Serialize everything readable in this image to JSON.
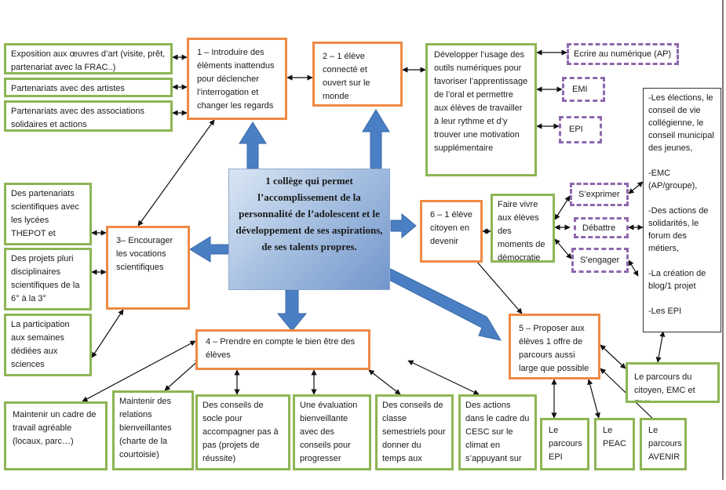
{
  "center": "1 collège qui permet l’accomplissement de la personnalité de l’adolescent et le développement de ses aspirations, de ses talents propres.",
  "axes": {
    "a1": "1 – Introduire des éléments inattendus pour déclencher l’interrogation et changer les regards",
    "a2": "2 – 1 élève connecté et ouvert sur le monde",
    "a3": "3– Encourager les vocations scientifiques",
    "a4": "4 – Prendre en compte le bien être des élèves",
    "a5": "5 – Proposer aux élèves 1 offre de parcours aussi large que possible",
    "a6": "6 – 1 élève citoyen en devenir"
  },
  "left_top": [
    "Exposition aux œuvres d’art (visite, prêt, partenariat avec la FRAC..)",
    "Partenariats avec des artistes",
    "Partenariats avec des associations solidaires et actions"
  ],
  "numerique": "Développer l’usage des outils numériques pour favoriser l’apprentissage de l’oral et permettre aux élèves de travailler à leur rythme et d’y trouver une motivation supplémentaire",
  "numerique_tags": [
    "Ecrire au numérique (AP)",
    "EMI",
    "EPI"
  ],
  "sciences": [
    "Des partenariats scientifiques avec les lycées THEPOT et CHAPTAL",
    "Des projets pluri disciplinaires scientifiques de la 6° à la 3°",
    "La participation aux semaines dédiées aux sciences"
  ],
  "democratie": "Faire vivre aux élèves des moments de démocratie",
  "democratie_tags": [
    "S’exprimer",
    "Débattre",
    "S’engager"
  ],
  "citoyen_list": "-Les élections, le conseil de vie collégienne, le conseil municipal des jeunes,\n\n-EMC (AP/groupe),\n\n-Des actions de solidarités, le forum des métiers,\n\n-La création de blog/1 projet\n\n-Les EPI",
  "bien_etre": [
    "Maintenir un cadre de travail  agréable (locaux, parc…)",
    "Maintenir des relations bienveillantes (charte de la courtoisie)",
    "Des conseils de socle pour accompagner pas à pas (projets de réussite)",
    "Une évaluation bienveillante avec des conseils pour progresser",
    "Des conseils de classe semestriels pour donner du temps aux",
    "Des actions dans le cadre du CESC sur le climat en s’appuyant sur"
  ],
  "parcours": {
    "citoyen": "Le parcours du citoyen, EMC et EMI",
    "epi": "Le parcours EPI",
    "peac": "Le PEAC",
    "avenir": "Le parcours AVENIR"
  }
}
